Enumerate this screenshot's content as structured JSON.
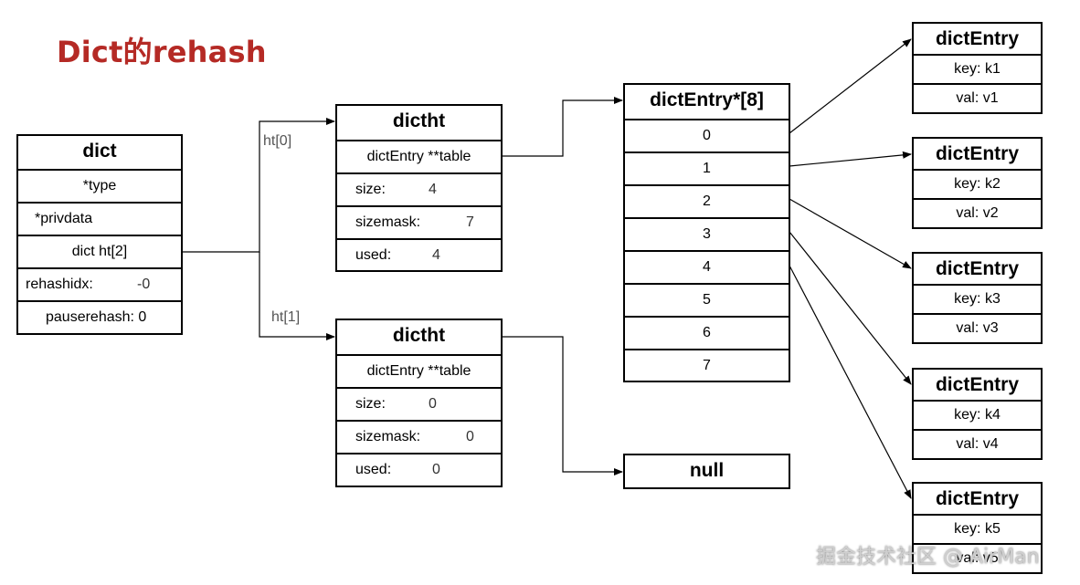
{
  "title": "Dict的rehash",
  "dict": {
    "header": "dict",
    "type": "*type",
    "privdata": "*privdata",
    "ht": "dict ht[2]",
    "rehashidx_label": "rehashidx:",
    "rehashidx_value": "-0",
    "pauserehash": "pauserehash: 0"
  },
  "labels": {
    "ht0": "ht[0]",
    "ht1": "ht[1]"
  },
  "dictht0": {
    "header": "dictht",
    "table": "dictEntry **table",
    "size_label": "size:",
    "size_value": "4",
    "sizemask_label": "sizemask:",
    "sizemask_value": "7",
    "used_label": "used:",
    "used_value": "4"
  },
  "dictht1": {
    "header": "dictht",
    "table": "dictEntry **table",
    "size_label": "size:",
    "size_value": "0",
    "sizemask_label": "sizemask:",
    "sizemask_value": "0",
    "used_label": "used:",
    "used_value": "0"
  },
  "bucket_array": {
    "header": "dictEntry*[8]",
    "slots": [
      "0",
      "1",
      "2",
      "3",
      "4",
      "5",
      "6",
      "7"
    ]
  },
  "null_box": "null",
  "entries": [
    {
      "header": "dictEntry",
      "key": "key: k1",
      "val": "val: v1"
    },
    {
      "header": "dictEntry",
      "key": "key: k2",
      "val": "val: v2"
    },
    {
      "header": "dictEntry",
      "key": "key: k3",
      "val": "val: v3"
    },
    {
      "header": "dictEntry",
      "key": "key: k4",
      "val": "val: v4"
    },
    {
      "header": "dictEntry",
      "key": "key: k5",
      "val": "val: v5"
    }
  ],
  "watermark": "掘金技术社区 @ AirMan",
  "colors": {
    "title": "#b52a25"
  }
}
